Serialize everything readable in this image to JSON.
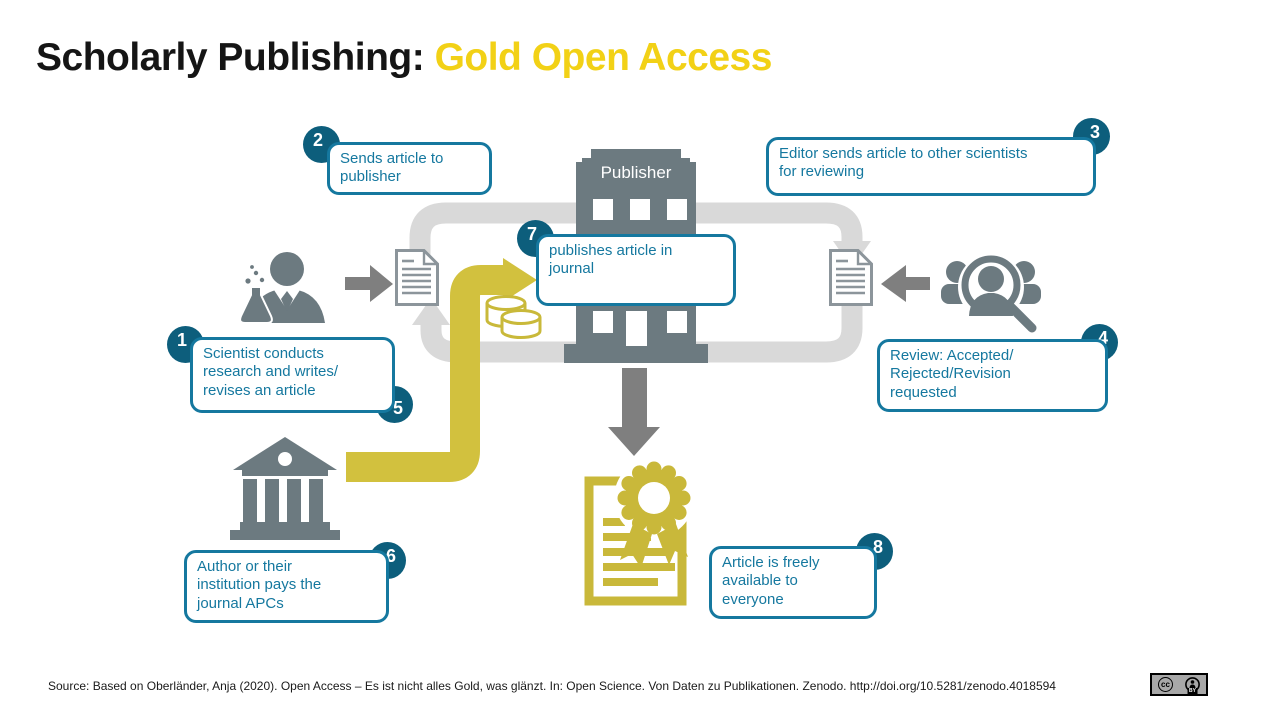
{
  "title": {
    "prefix": "Scholarly Publishing: ",
    "highlight": "Gold Open Access"
  },
  "publisher_label": "Publisher",
  "steps": [
    {
      "num": "1",
      "text": "Scientist conducts\nresearch and writes/\nrevises an article"
    },
    {
      "num": "2",
      "text": "Sends article to\npublisher"
    },
    {
      "num": "3",
      "text": "Editor sends article to other scientists\nfor reviewing"
    },
    {
      "num": "4",
      "text": "Review: Accepted/\nRejected/Revision\nrequested"
    },
    {
      "num": "5",
      "text": ""
    },
    {
      "num": "6",
      "text": "Author or their\ninstitution pays the\njournal APCs"
    },
    {
      "num": "7",
      "text": "publishes article in\njournal"
    },
    {
      "num": "8",
      "text": "Article is freely\navailable to\neveryone"
    }
  ],
  "source": {
    "text": "Source: Based on Oberländer, Anja (2020). Open Access – Es ist nicht alles Gold, was glänzt. In: Open Science. Von Daten zu Publikationen. Zenodo. http://doi.org/10.5281/zenodo.4018594"
  },
  "license_badge": {
    "cc_label": "cc",
    "by_label": "BY"
  },
  "colors": {
    "callout_teal": "#15789F",
    "number_circle_teal": "#0D5E7C",
    "icon_gray": "#6C7A80",
    "flow_light_gray": "#D9D9D9",
    "arrow_dark_gray": "#7F7F7F",
    "payment_yellow": "#D2C13E",
    "certificate_yellow": "#C9B83A",
    "title_gold": "#F2D116",
    "doc_outline_gray": "#8C959B"
  }
}
